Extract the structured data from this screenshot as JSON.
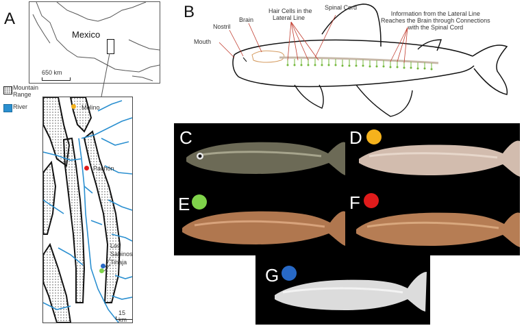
{
  "panels": {
    "a": "A",
    "b": "B",
    "c": "C",
    "d": "D",
    "e": "E",
    "f": "F",
    "g": "G"
  },
  "map_top": {
    "country": "Mexico",
    "scale": "650 km"
  },
  "legend": {
    "mountain_line1": "Mountain",
    "mountain_line2": "Range",
    "river": "River"
  },
  "sites": {
    "molino": "Molino",
    "pachon": "Pachón",
    "los": "Los",
    "sabinos": "Sabinos",
    "tinaja": "Tinaja"
  },
  "map_bottom": {
    "scale": "15 km"
  },
  "fish_diagram": {
    "nostril": "Nostril",
    "brain": "Brain",
    "hair_cells_line1": "Hair Cells in the",
    "hair_cells_line2": "Lateral Line",
    "spinal_cord": "Spinal Cord",
    "info_line1": "Information from the Lateral Line",
    "info_line2": "Reaches the Brain through Connections",
    "info_line3": "with the Spinal Cord",
    "mouth": "Mouth"
  },
  "colors": {
    "molino": "#f5b21c",
    "pachon": "#e01b1b",
    "sabinos": "#2869c6",
    "tinaja": "#7fd34a",
    "river": "#2a8fd0",
    "lateral_line": "#74b83c"
  }
}
